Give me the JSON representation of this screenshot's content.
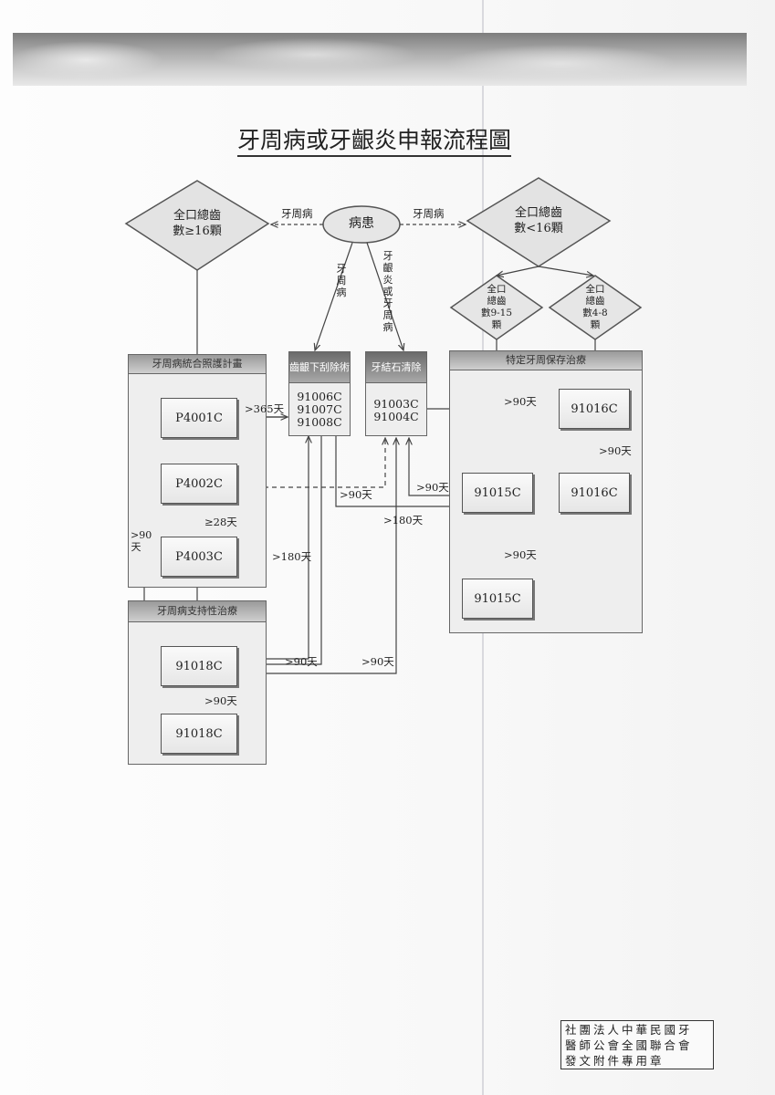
{
  "title": "牙周病或牙齦炎申報流程圖",
  "patient": "病患",
  "diamond_left": {
    "line1": "全口總齒",
    "line2": "數≥16顆"
  },
  "diamond_right": {
    "line1": "全口總齒",
    "line2": "數<16顆"
  },
  "diamond_9_15": {
    "line1": "全口",
    "line2": "總齒",
    "line3": "數9-15",
    "line4": "顆"
  },
  "diamond_4_8": {
    "line1": "全口",
    "line2": "總齒",
    "line3": "數4-8",
    "line4": "顆"
  },
  "arrow_labels": {
    "left_periodontal": "牙周病",
    "right_periodontal": "牙周病",
    "down_periodontal": "牙周病",
    "down_gingivitis": "牙齦炎或牙周病",
    "gt365": ">365天",
    "gt90_a": ">90天",
    "gt90_b": ">90天",
    "gt90_c": ">90天",
    "gt90_d": ">90天",
    "gt90_e": ">90天",
    "gt90_f": ">90天",
    "gt90_g": ">90天",
    "ge28": "≥28天",
    "gt180_a": ">180天",
    "gt180_b": ">180天",
    "gt90_vertical": ">90天"
  },
  "groups": {
    "comprehensive": "牙周病統合照護計畫",
    "maintenance": "牙周病支持性治療",
    "specific": "特定牙周保存治療",
    "subgingival": "齒齦下刮除術",
    "scaling": "牙結石清除"
  },
  "codes": {
    "p4001": "P4001C",
    "p4002": "P4002C",
    "p4003": "P4003C",
    "c91006": "91006C",
    "c91007": "91007C",
    "c91008": "91008C",
    "c91003": "91003C",
    "c91004": "91004C",
    "c91016a": "91016C",
    "c91016b": "91016C",
    "c91015a": "91015C",
    "c91015b": "91015C",
    "c91018a": "91018C",
    "c91018b": "91018C"
  },
  "seal": {
    "line1": "社團法人中華民國牙",
    "line2": "醫師公會全國聯合會",
    "line3": "發文附件專用章"
  },
  "colors": {
    "box_border": "#555555",
    "group_header": "#8c8c8c",
    "line": "#444444"
  }
}
